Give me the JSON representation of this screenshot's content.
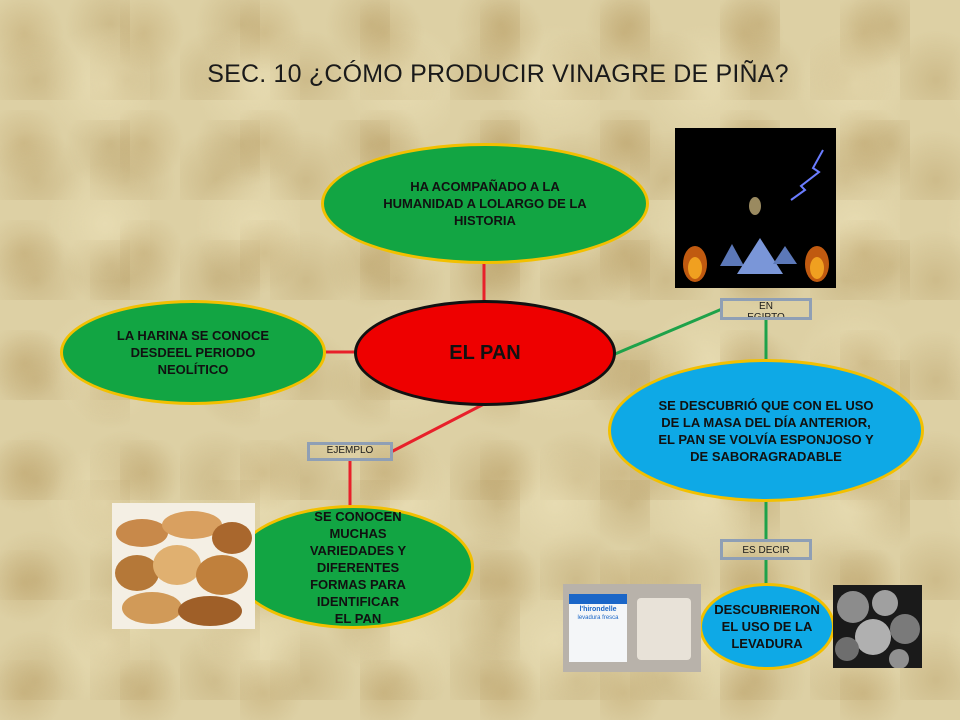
{
  "title": "SEC. 10  ¿CÓMO PRODUCIR VINAGRE DE PIÑA?",
  "center": "EL PAN",
  "nodes": {
    "history": "HA  ACOMPAÑADO A LA HUMANIDAD A LOLARGO DE LA HISTORIA",
    "flour": "LA HARINA SE CONOCE DESDEEL PERIODO NEOLÍTICO",
    "discovery": "SE DESCUBRIÓ QUE CON EL USO DE LA MASA DEL DÍA ANTERIOR, EL PAN SE VOLVÍA ESPONJOSO Y DE SABORAGRADABLE",
    "varieties": "SE CONOCEN MUCHAS VARIEDADES Y DIFERENTES FORMAS PARA IDENTIFICAR EL PAN",
    "yeast": "DESCUBRIERON EL USO DE LA LEVADURA"
  },
  "labels": {
    "egypt": "EN EGIPTO",
    "example": "EJEMPLO",
    "that_is": "ES DECIR"
  },
  "images": {
    "yeast_brand": "l'hirondelle",
    "yeast_subtitle": "levadura fresca"
  }
}
